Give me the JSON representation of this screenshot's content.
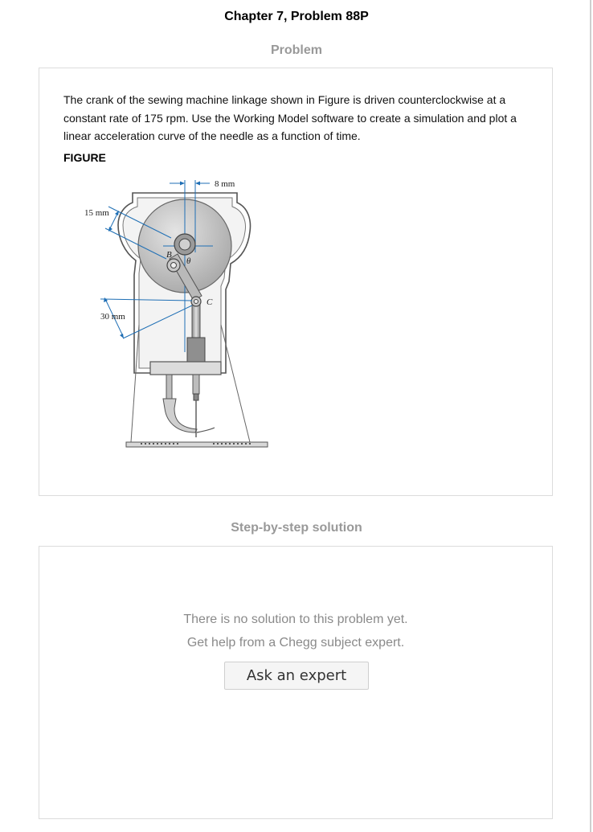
{
  "header": {
    "chapter_title": "Chapter 7, Problem 88P"
  },
  "problem": {
    "heading": "Problem",
    "text": "The crank of the sewing machine linkage shown in Figure is driven counterclockwise at a constant rate of 175 rpm. Use the Working Model software to create a simulation and plot a linear acceleration curve of the needle as a function of time.",
    "figure_label": "FIGURE",
    "figure_labels": {
      "dim_top": "8 mm",
      "dim_left_top": "15 mm",
      "dim_left_bottom": "30 mm",
      "point_b": "B",
      "point_c": "C",
      "angle": "θ"
    }
  },
  "solution": {
    "heading": "Step-by-step solution",
    "line1": "There is no solution to this problem yet.",
    "line2": "Get help from a Chegg subject expert.",
    "button_label": "Ask an expert"
  },
  "colors": {
    "heading_gray": "#999999",
    "panel_border": "#dcdcdc",
    "dimension_blue": "#1f6fb5",
    "button_bg": "#f5f5f5"
  }
}
